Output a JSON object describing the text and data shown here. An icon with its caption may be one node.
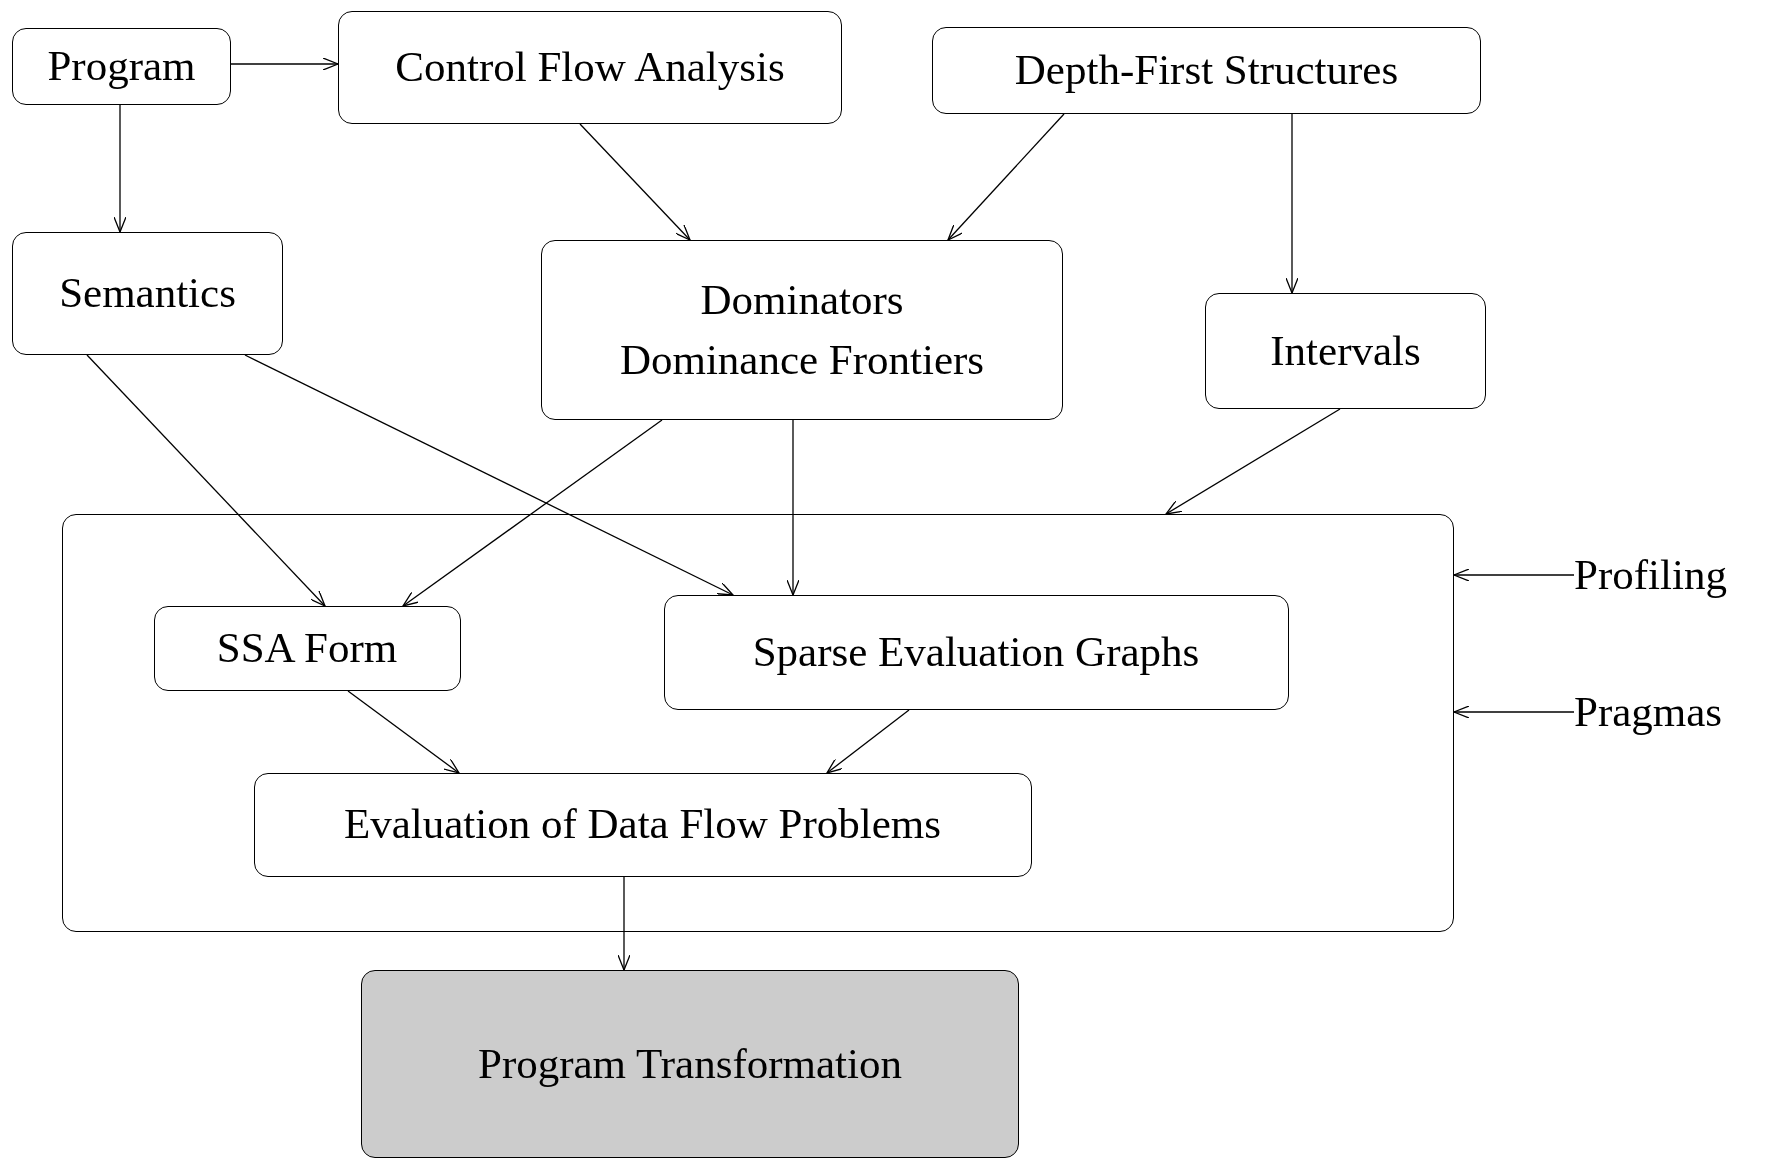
{
  "diagram": {
    "nodes": [
      {
        "text": [
          "Program"
        ]
      },
      {
        "text": [
          "Control Flow Analysis"
        ]
      },
      {
        "text": [
          "Depth-First Structures"
        ]
      },
      {
        "text": [
          "Semantics"
        ]
      },
      {
        "text": [
          "Dominators",
          "Dominance Frontiers"
        ]
      },
      {
        "text": [
          "Intervals"
        ]
      },
      {
        "text": [],
        "shape": "box"
      },
      {
        "text": [
          "SSA Form"
        ],
        "in": 6
      },
      {
        "text": [
          "Sparse Evaluation Graphs"
        ],
        "in": 6
      },
      {
        "text": [
          "Evaluation of Data Flow Problems"
        ],
        "in": 6
      },
      {
        "text": [
          "Program Transformation"
        ]
      },
      {
        "text": [
          "Profiling"
        ]
      },
      {
        "text": [
          "Pragmas"
        ]
      }
    ],
    "edges": [
      {
        "from": 0,
        "to": 1,
        "arrow": "to"
      },
      {
        "from": 0,
        "to": 3,
        "arrow": "to"
      },
      {
        "from": 1,
        "to": 4,
        "arrow": "to"
      },
      {
        "from": 2,
        "to": 4,
        "arrow": "to"
      },
      {
        "from": 2,
        "to": 5,
        "arrow": "to"
      },
      {
        "from": 3,
        "to": 7,
        "arrow": "to"
      },
      {
        "from": 3,
        "to": 8,
        "arrow": "to"
      },
      {
        "from": 4,
        "to": 7,
        "arrow": "to"
      },
      {
        "from": 4,
        "to": 8,
        "arrow": "to"
      },
      {
        "from": 5,
        "to": 6,
        "arrow": "to"
      },
      {
        "from": 7,
        "to": 9,
        "arrow": "to"
      },
      {
        "from": 8,
        "to": 9,
        "arrow": "to"
      },
      {
        "from": 9,
        "to": 10,
        "arrow": "to"
      },
      {
        "from": 11,
        "to": 6,
        "arrow": "to"
      },
      {
        "from": 12,
        "to": 6,
        "arrow": "to"
      }
    ]
  }
}
